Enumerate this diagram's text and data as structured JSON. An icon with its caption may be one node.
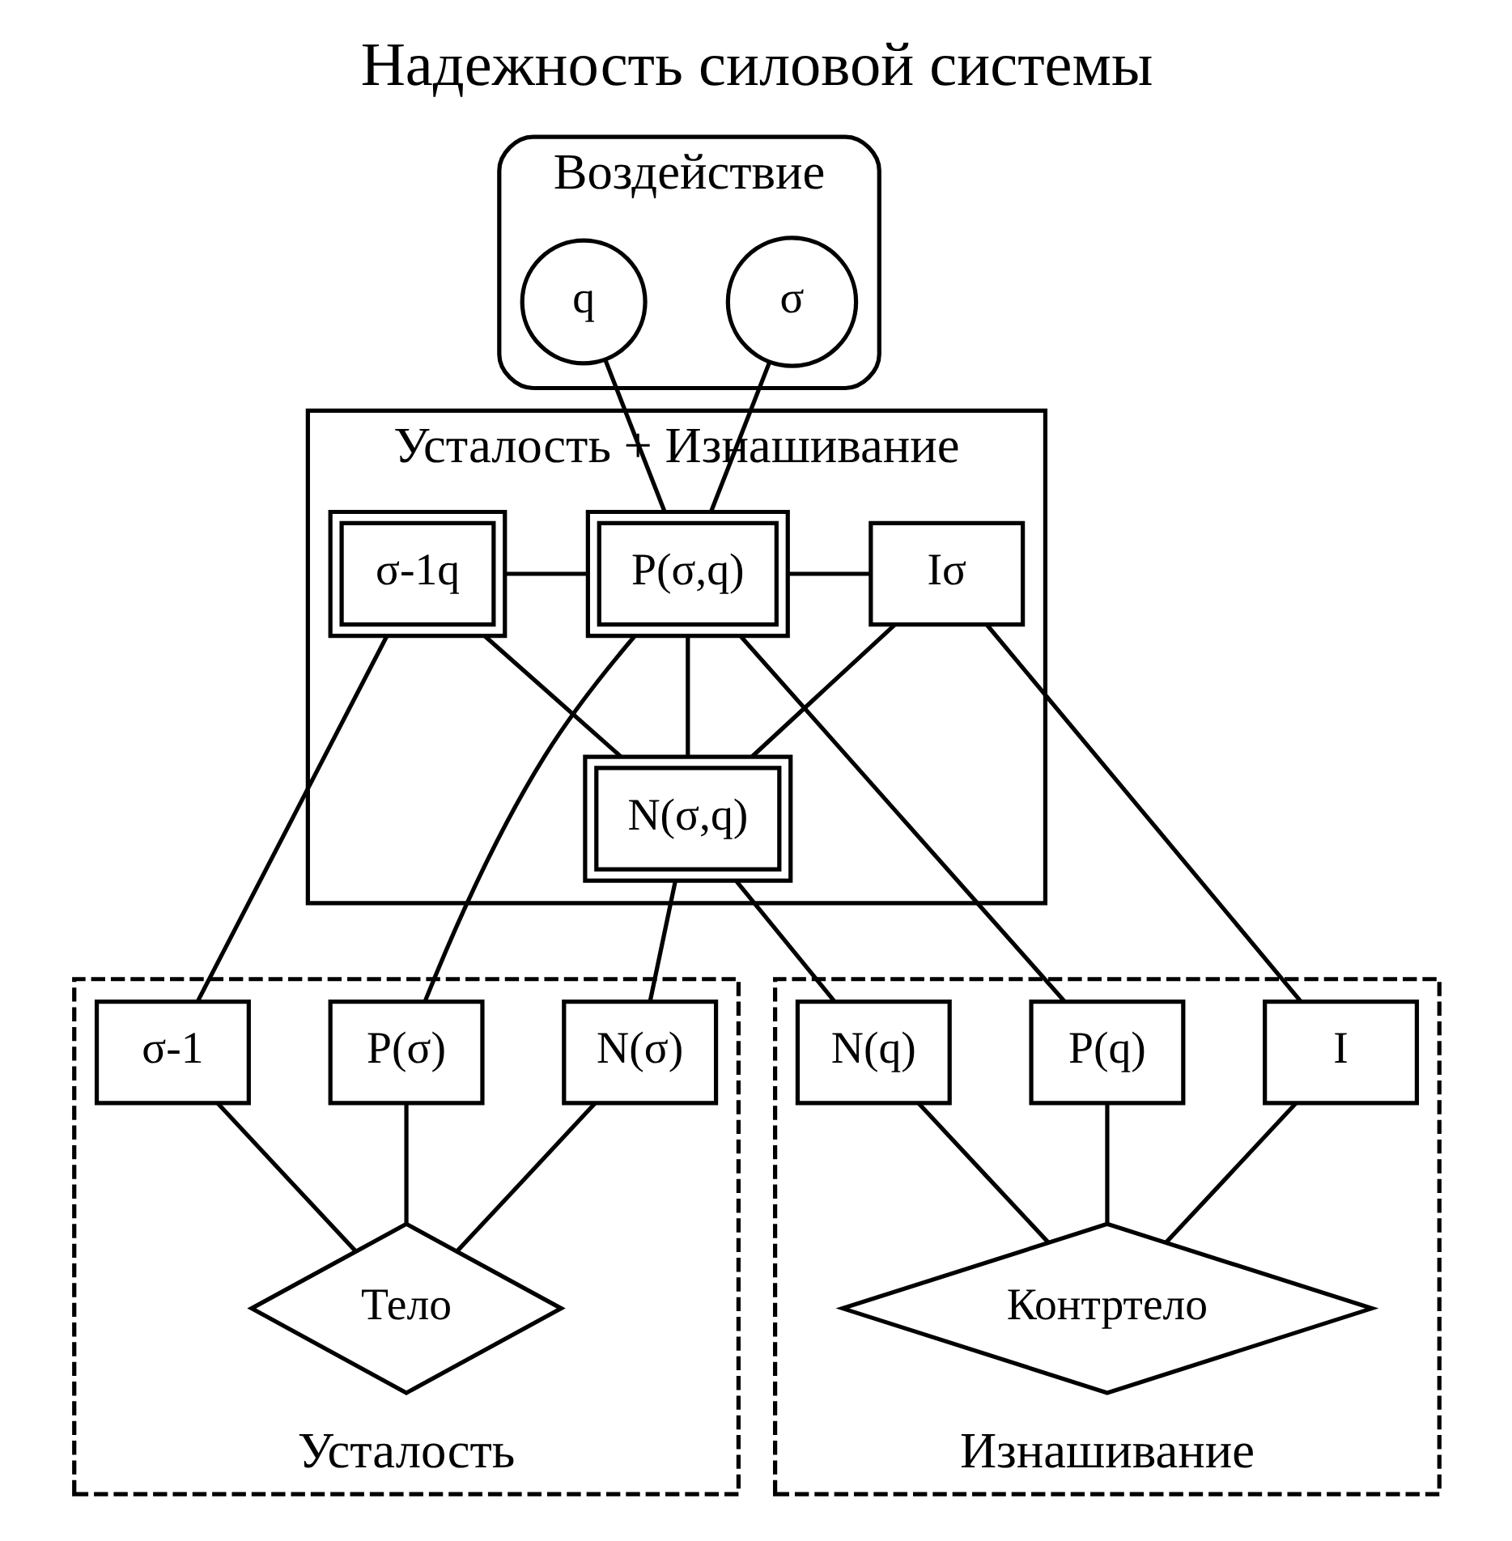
{
  "diagram": {
    "title": "Надежность силовой системы",
    "nodes": [
      {
        "text": [
          "Воздействие"
        ]
      },
      {
        "text": [
          "σ"
        ],
        "in": 0
      },
      {
        "text": [
          "q"
        ],
        "in": 0
      },
      {
        "text": [
          "Усталость + Изнашивание"
        ]
      },
      {
        "text": [
          "σ-1q"
        ],
        "in": 3
      },
      {
        "text": [
          "P(σ,q)"
        ],
        "in": 3
      },
      {
        "text": [
          "Iσ"
        ],
        "in": 3
      },
      {
        "text": [
          "N(σ,q)"
        ],
        "in": 3
      },
      {
        "text": [
          "Усталость"
        ]
      },
      {
        "text": [
          "σ-1"
        ],
        "in": 8
      },
      {
        "text": [
          "P(σ)"
        ],
        "in": 8
      },
      {
        "text": [
          "N(σ)"
        ],
        "in": 8
      },
      {
        "text": [
          "Тело"
        ],
        "in": 8
      },
      {
        "text": [
          "Изнашивание"
        ]
      },
      {
        "text": [
          "N(q)"
        ],
        "in": 13
      },
      {
        "text": [
          "P(q)"
        ],
        "in": 13
      },
      {
        "text": [
          "I"
        ],
        "in": 13
      },
      {
        "text": [
          "Контртело"
        ],
        "in": 13
      }
    ],
    "edges": [
      {
        "from": 1,
        "to": 5,
        "arrow": "none"
      },
      {
        "from": 2,
        "to": 5,
        "arrow": "none"
      },
      {
        "from": 4,
        "to": 5,
        "arrow": "none"
      },
      {
        "from": 5,
        "to": 6,
        "arrow": "none"
      },
      {
        "from": 4,
        "to": 7,
        "arrow": "none"
      },
      {
        "from": 5,
        "to": 7,
        "arrow": "none"
      },
      {
        "from": 6,
        "to": 7,
        "arrow": "none"
      },
      {
        "from": 4,
        "to": 9,
        "arrow": "none"
      },
      {
        "from": 5,
        "to": 10,
        "arrow": "none"
      },
      {
        "from": 5,
        "to": 15,
        "arrow": "none"
      },
      {
        "from": 6,
        "to": 16,
        "arrow": "none"
      },
      {
        "from": 7,
        "to": 11,
        "arrow": "none"
      },
      {
        "from": 7,
        "to": 14,
        "arrow": "none"
      },
      {
        "from": 9,
        "to": 12,
        "arrow": "none"
      },
      {
        "from": 10,
        "to": 12,
        "arrow": "none"
      },
      {
        "from": 11,
        "to": 12,
        "arrow": "none"
      },
      {
        "from": 14,
        "to": 17,
        "arrow": "none"
      },
      {
        "from": 15,
        "to": 17,
        "arrow": "none"
      },
      {
        "from": 16,
        "to": 17,
        "arrow": "none"
      }
    ]
  }
}
